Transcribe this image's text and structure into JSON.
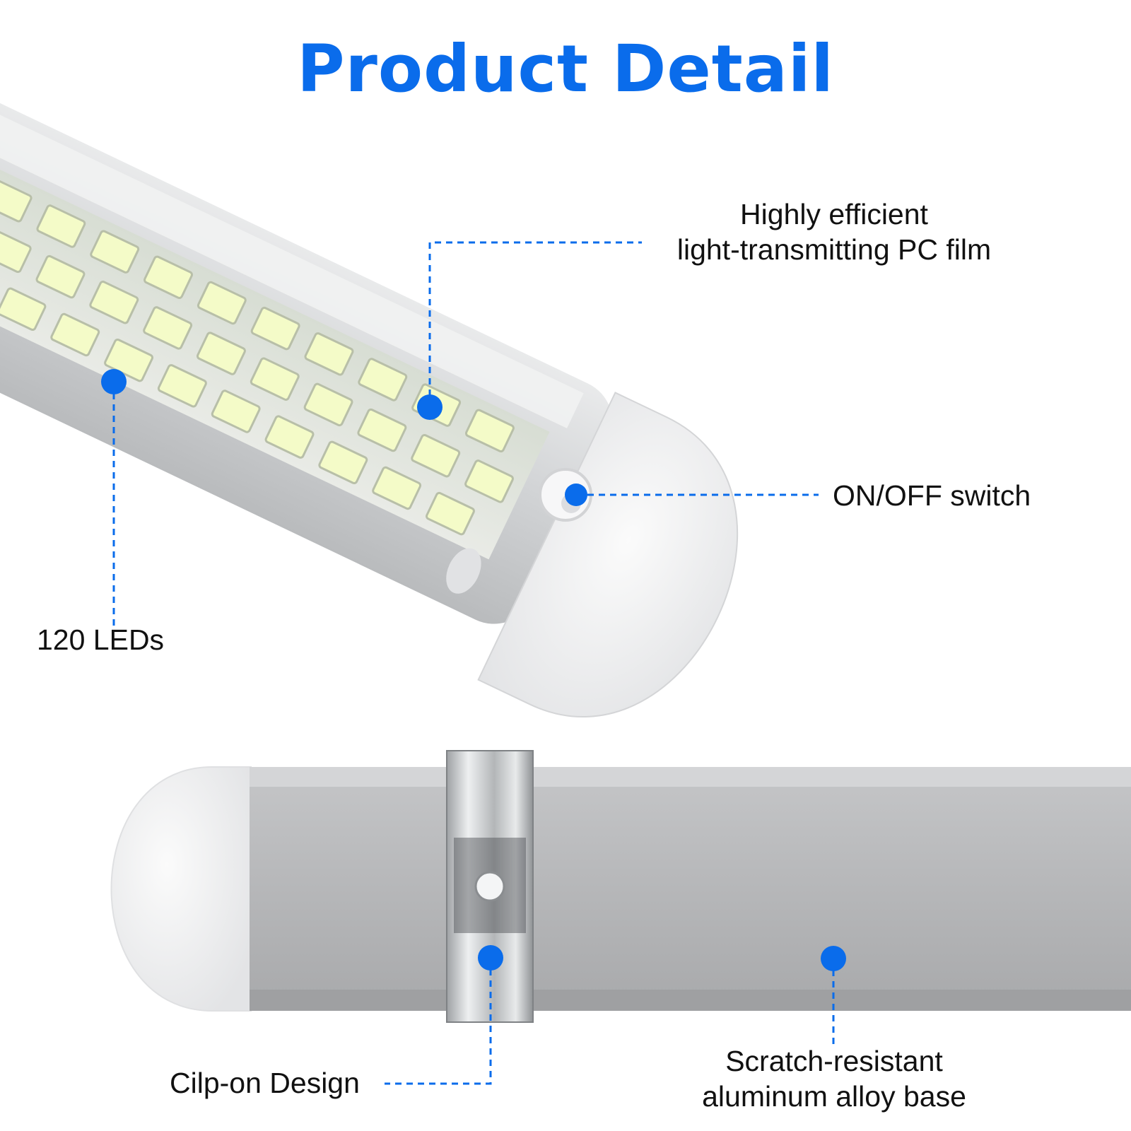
{
  "page": {
    "title": "Product Detail"
  },
  "colors": {
    "accent": "#0A6CEB",
    "text": "#111111",
    "aluminum": "#C9CACB",
    "endcap": "#F3F4F5",
    "led": "#F4FBC8"
  },
  "callouts": {
    "pc_film": {
      "line1": "Highly efficient",
      "line2": "light-transmitting PC film"
    },
    "switch": {
      "label": "ON/OFF switch"
    },
    "leds": {
      "label": "120 LEDs"
    },
    "clip": {
      "label": "Cilp-on Design"
    },
    "base": {
      "line1": "Scratch-resistant",
      "line2": "aluminum alloy base"
    }
  }
}
